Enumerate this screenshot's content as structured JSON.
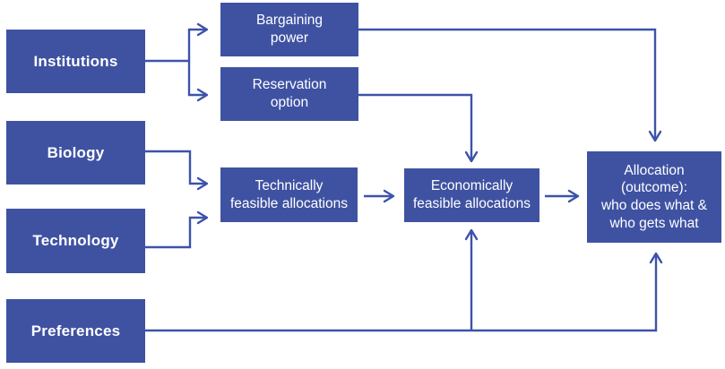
{
  "colors": {
    "node_fill": "#3f52a2",
    "connector": "#3c53aa",
    "node_text": "#ffffff",
    "background": "#ffffff"
  },
  "diagram": {
    "nodes": {
      "institutions": {
        "label": "Institutions"
      },
      "biology": {
        "label": "Biology"
      },
      "technology": {
        "label": "Technology"
      },
      "preferences": {
        "label": "Preferences"
      },
      "bargaining_power": {
        "label": "Bargaining\npower"
      },
      "reservation_option": {
        "label": "Reservation\noption"
      },
      "technically_feasible": {
        "label": "Technically\nfeasible allocations"
      },
      "economically_feasible": {
        "label": "Economically\nfeasible allocations"
      },
      "allocation": {
        "label": "Allocation\n(outcome):\nwho does what &\nwho gets what"
      }
    },
    "edges": [
      {
        "from": "institutions",
        "to": "bargaining_power"
      },
      {
        "from": "institutions",
        "to": "reservation_option"
      },
      {
        "from": "biology",
        "to": "technically_feasible"
      },
      {
        "from": "technology",
        "to": "technically_feasible"
      },
      {
        "from": "technically_feasible",
        "to": "economically_feasible"
      },
      {
        "from": "reservation_option",
        "to": "economically_feasible"
      },
      {
        "from": "bargaining_power",
        "to": "allocation"
      },
      {
        "from": "economically_feasible",
        "to": "allocation"
      },
      {
        "from": "preferences",
        "to": "economically_feasible"
      },
      {
        "from": "preferences",
        "to": "allocation"
      }
    ]
  }
}
